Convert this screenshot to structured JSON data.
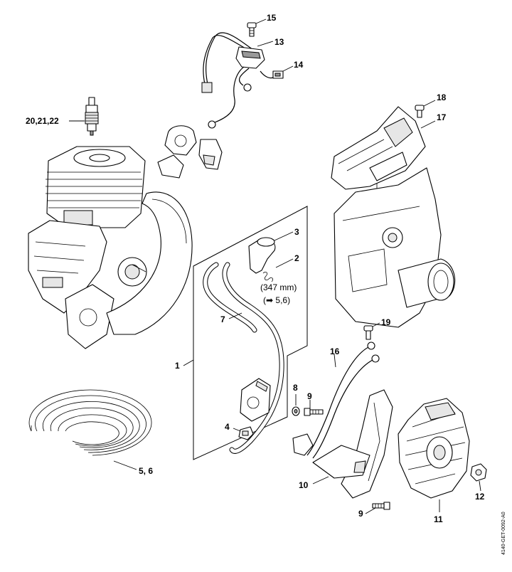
{
  "callouts": {
    "c1": "1",
    "c2": "2",
    "c3": "3",
    "c4": "4",
    "c5_6": "5, 6",
    "c7": "7",
    "c8": "8",
    "c9_upper": "9",
    "c9_lower": "9",
    "c10": "10",
    "c11": "11",
    "c12": "12",
    "c13": "13",
    "c14": "14",
    "c15": "15",
    "c16": "16",
    "c17": "17",
    "c18": "18",
    "c19": "19",
    "c20_21_22": "20,21,22"
  },
  "notes": {
    "length": "(347 mm)",
    "reference_arrow": "➡",
    "reference": "5,6"
  },
  "watermark": "4140-GET-0092-A0",
  "icons": {
    "reference_arrow": "right-arrow-icon"
  }
}
